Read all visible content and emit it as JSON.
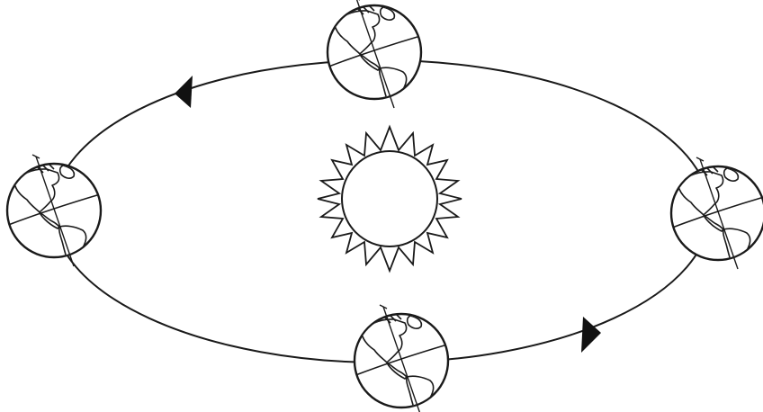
{
  "diagram": {
    "kind": "earth-orbit-around-sun",
    "colors": {
      "ink": "#1a1a1a",
      "background": "#ffffff"
    },
    "icons": {
      "sun": "sun-icon",
      "earth": "earth-globe-icon",
      "direction": "orbit-direction-arrow"
    },
    "earth_count": 4,
    "arrow_count": 2,
    "orbit_direction": "counterclockwise"
  }
}
